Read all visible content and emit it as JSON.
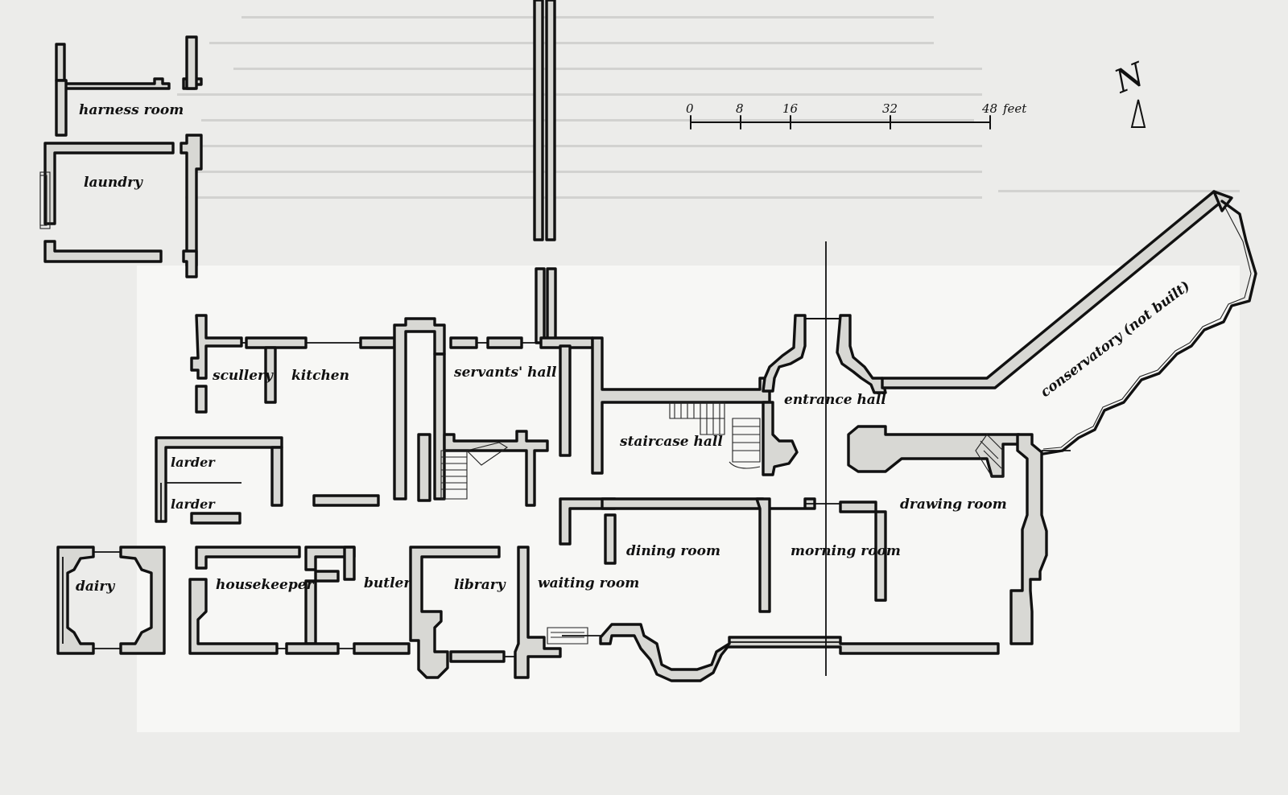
{
  "labels": {
    "harness_room": "harness room",
    "laundry": "laundry",
    "scullery": "scullery",
    "kitchen": "kitchen",
    "servants_hall": "servants' hall",
    "larder_1": "larder",
    "larder_2": "larder",
    "staircase_hall": "staircase hall",
    "entrance_hall": "entrance hall",
    "conservatory": "conservatory (not built)",
    "drawing_room": "drawing room",
    "dining_room": "dining room",
    "morning_room": "morning room",
    "dairy": "dairy",
    "housekeeper": "housekeeper",
    "butler": "butler",
    "library": "library",
    "waiting_room": "waiting room"
  },
  "scale": {
    "ticks": [
      "0",
      "8",
      "16",
      "32",
      "48"
    ],
    "unit": "feet"
  },
  "north": "N",
  "colors": {
    "ink": "#111111",
    "wall_fill": "#d8d8d4",
    "paper": "#f4f4f2"
  }
}
